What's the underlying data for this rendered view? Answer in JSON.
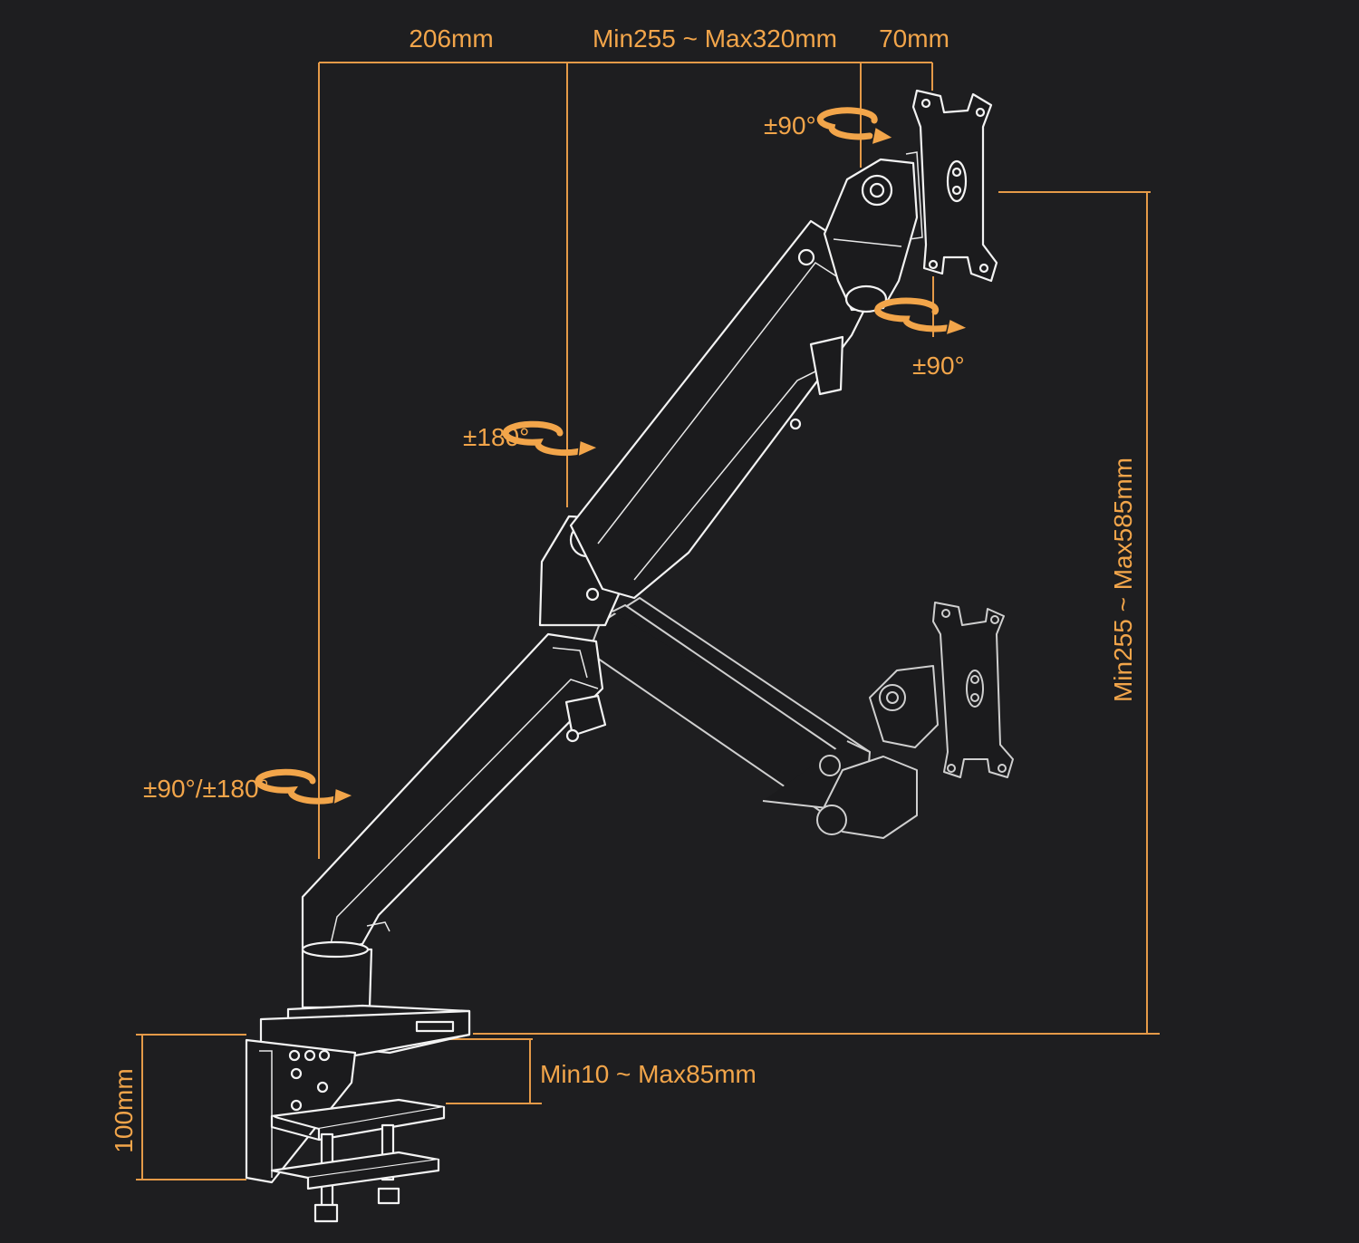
{
  "dimensions": {
    "top_left": "206mm",
    "top_middle": "Min255 ~ Max320mm",
    "top_right": "70mm",
    "height": "Min255 ~ Max585mm",
    "desk_thickness": "Min10 ~ Max85mm",
    "clamp_height": "100mm"
  },
  "rotations": {
    "head_top": "±90°",
    "head_bottom": "±90°",
    "elbow": "±180°",
    "base": "±90°/±180°"
  },
  "colors": {
    "background": "#1e1e20",
    "accent": "#f2a54a",
    "line_art": "#f3f3f3"
  }
}
